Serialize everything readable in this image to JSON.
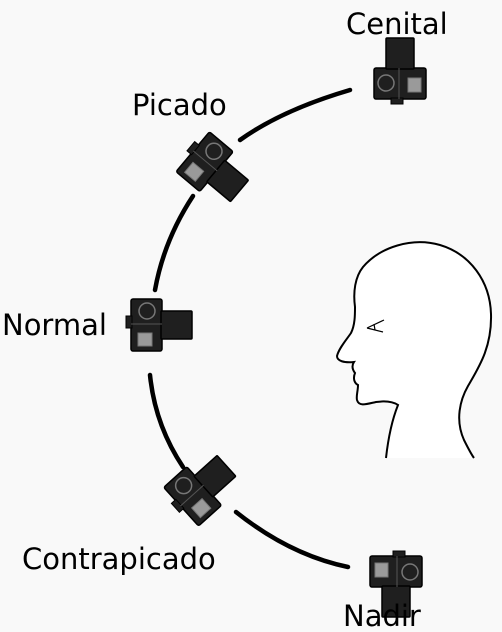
{
  "diagram": {
    "labels": {
      "cenital": "Cenital",
      "picado": "Picado",
      "normal": "Normal",
      "contrapicado": "Contrapicado",
      "nadir": "Nadir"
    },
    "colors": {
      "background": "#f9f9f9",
      "arc": "#000000",
      "camera_body": "#1f1f1f",
      "camera_panel": "#9a9a9a",
      "head_fill": "#ffffff",
      "head_stroke": "#000000"
    },
    "icons": [
      "camera-icon",
      "head-profile-icon"
    ]
  }
}
